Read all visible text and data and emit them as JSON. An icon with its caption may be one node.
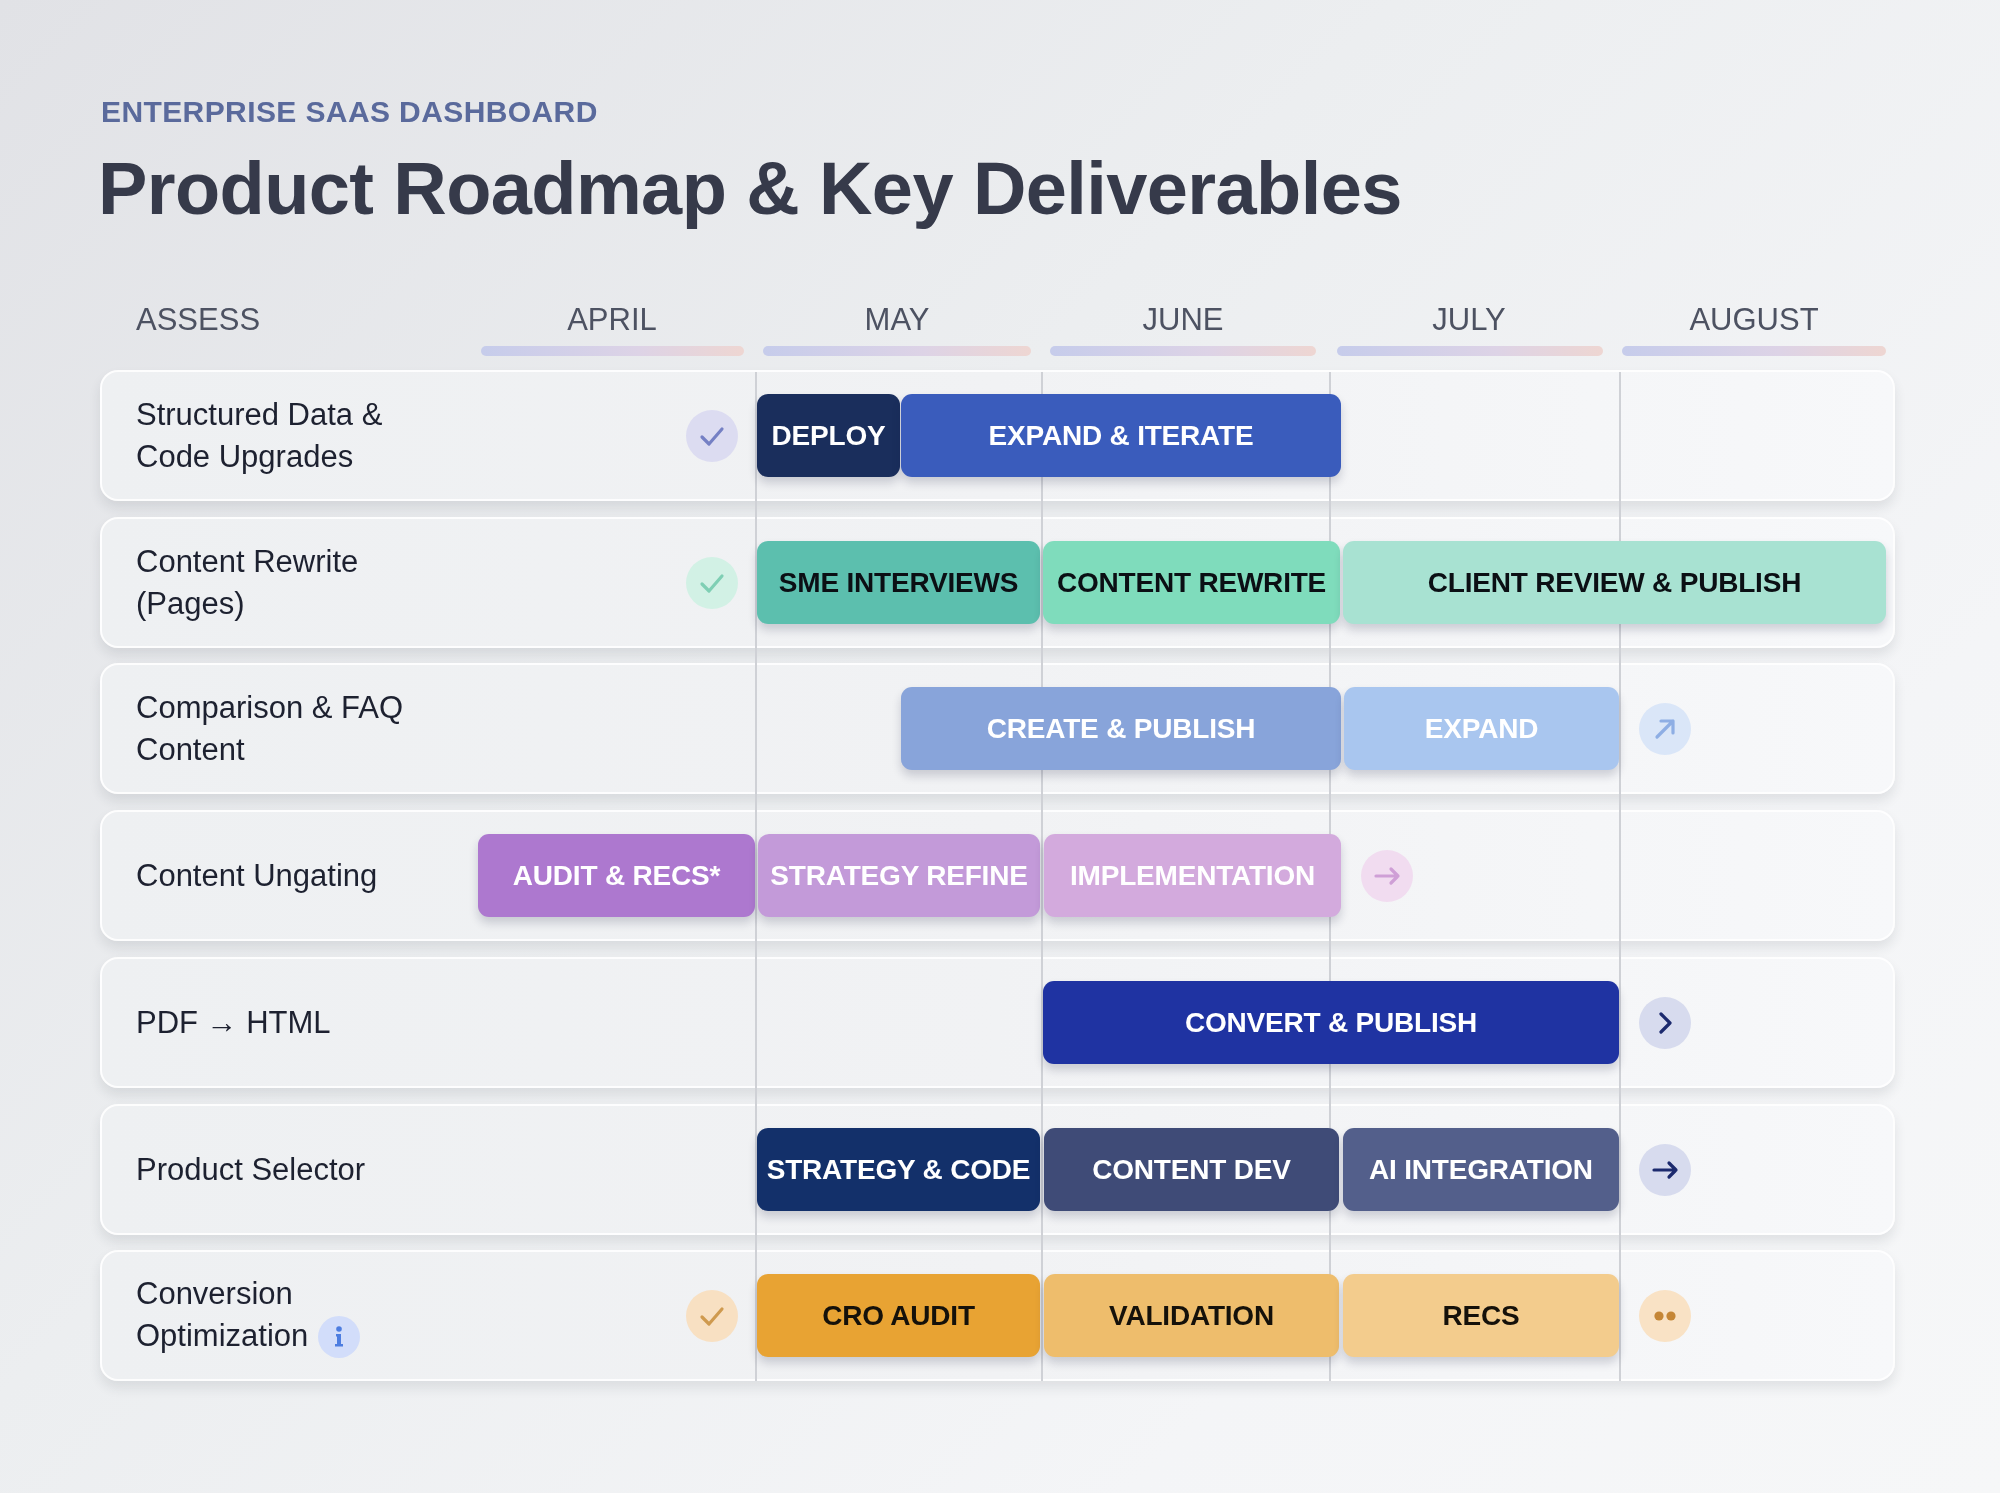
{
  "diagram": {
    "title": "Product Roadmap & Key Deliverables",
    "nodes": [
      {
        "text": [
          "Structured Data & Code Upgrades"
        ]
      },
      {
        "text": [
          "DEPLOY"
        ],
        "in": 0
      },
      {
        "text": [
          "EXPAND & ITERATE"
        ],
        "in": 0
      },
      {
        "text": [
          "Content Rewrite (Pages)"
        ]
      },
      {
        "text": [
          "SME INTERVIEWS"
        ],
        "in": 3
      },
      {
        "text": [
          "CONTENT REWRITE"
        ],
        "in": 3
      },
      {
        "text": [
          "CLIENT REVIEW & PUBLISH"
        ],
        "in": 3
      },
      {
        "text": [
          "Comparison & FAQ Content"
        ]
      },
      {
        "text": [
          "CREATE & PUBLISH"
        ],
        "in": 7
      },
      {
        "text": [
          "EXPAND"
        ],
        "in": 7
      },
      {
        "text": [
          "Content Ungating"
        ]
      },
      {
        "text": [
          "AUDIT & RECS*"
        ],
        "in": 10
      },
      {
        "text": [
          "STRATEGY REFINE"
        ],
        "in": 10
      },
      {
        "text": [
          "IMPLEMENTATION"
        ],
        "in": 10
      },
      {
        "text": [
          "PDF → HTML"
        ]
      },
      {
        "text": [
          "CONVERT & PUBLISH"
        ],
        "in": 14
      },
      {
        "text": [
          "Product Selector"
        ]
      },
      {
        "text": [
          "STRATEGY & CODE"
        ],
        "in": 16
      },
      {
        "text": [
          "CONTENT DEV"
        ],
        "in": 16
      },
      {
        "text": [
          "AI INTEGRATION"
        ],
        "in": 16
      },
      {
        "text": [
          "Conversion Optimization"
        ]
      },
      {
        "text": [
          "CRO AUDIT"
        ],
        "in": 20
      },
      {
        "text": [
          "VALIDATION"
        ],
        "in": 20
      },
      {
        "text": [
          "RECS"
        ],
        "in": 20
      }
    ],
    "labels": [
      "ENTERPRISE SAAS DASHBOARD",
      "ASSESS",
      "APRIL",
      "MAY",
      "JUNE",
      "JULY",
      "AUGUST"
    ]
  }
}
